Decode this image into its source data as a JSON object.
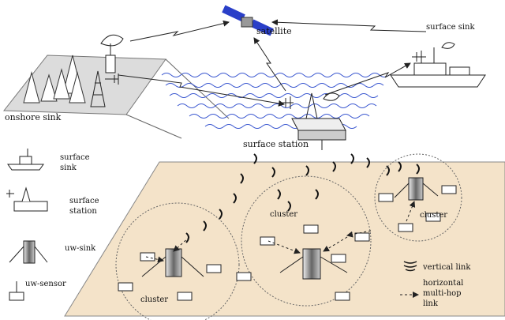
{
  "labels": {
    "satellite": "satellite",
    "surface_sink_top": "surface sink",
    "onshore_sink": "onshore sink",
    "surface_station": "surface station",
    "cluster": "cluster"
  },
  "legend": {
    "surface_sink": [
      "surface",
      "sink"
    ],
    "surface_station": [
      "surface",
      "station"
    ],
    "uw_sink": "uw-sink",
    "uw_sensor": "uw-sensor",
    "vertical_link": "vertical link",
    "horizontal_link": [
      "horizontal",
      "multi-hop",
      "link"
    ]
  },
  "colors": {
    "seabed": "#f4e3c9",
    "water": "#3b58d0",
    "land": "#dcdcdc",
    "satellite_panel": "#2a3fc8"
  }
}
